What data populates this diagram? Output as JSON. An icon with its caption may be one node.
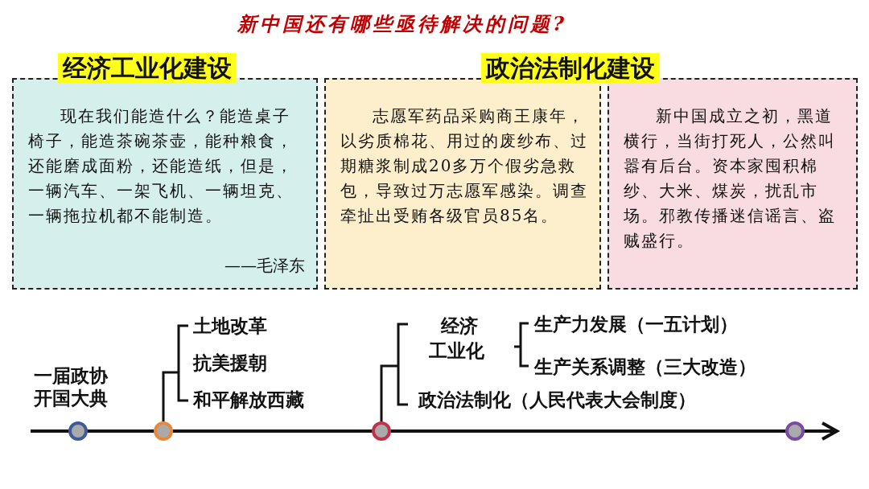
{
  "diagram": {
    "title": "新中国还有哪些亟待解决的问题?",
    "nodes": [
      {
        "text": [
          "现在我们能造什么？能造桌子椅子，能造茶碗茶壶，能种粮食，还能磨成面粉，还能造纸，但是，一辆汽车、一架飞机、一辆坦克、一辆拖拉机都不能制造。",
          "——毛泽东"
        ]
      },
      {
        "text": [
          "志愿军药品采购商王康年，以劣质棉花、用过的废纱布、过期糖浆制成20多万个假劣急救包，导致过万志愿军感染。调查牵扯出受贿各级官员85名。"
        ]
      },
      {
        "text": [
          "新中国成立之初，黑道横行，当街打死人，公然叫嚣有后台。资本家囤积棉纱、大米、煤炭，扰乱市场。邪教传播迷信谣言、盗贼盛行。"
        ]
      }
    ],
    "edges": [],
    "labels": [
      "经济工业化建设",
      "政治法制化建设",
      "一届政协",
      "开国大典",
      "土地改革",
      "抗美援朝",
      "和平解放西藏",
      "经济",
      "工业化",
      "生产力发展（一五计划）",
      "生产关系调整（三大改造）",
      "政治法制化（人民代表大会制度）"
    ]
  }
}
